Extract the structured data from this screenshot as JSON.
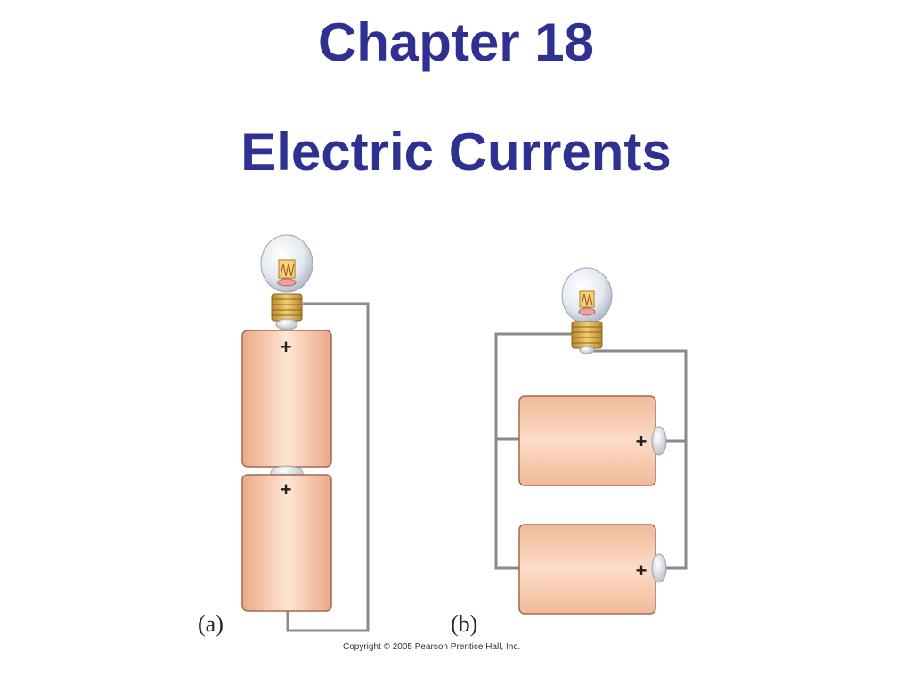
{
  "slide": {
    "title_line1": "Chapter 18",
    "title_line2": "Electric Currents"
  },
  "figure": {
    "label_a": "(a)",
    "label_b": "(b)",
    "plus_sign": "+",
    "copyright": "Copyright © 2005 Pearson Prentice Hall, Inc."
  },
  "colors": {
    "title": "#2e3192",
    "battery": "#f5c2a2",
    "battery_highlight": "#fde6d4",
    "battery_edge": "#a06a50",
    "wire": "#8a8a8a",
    "bulb_base": "#e0b04a",
    "bulb_glass": "#dde4ec"
  },
  "icons": {
    "bulb": "light-bulb-icon",
    "battery": "battery-cell-icon"
  }
}
